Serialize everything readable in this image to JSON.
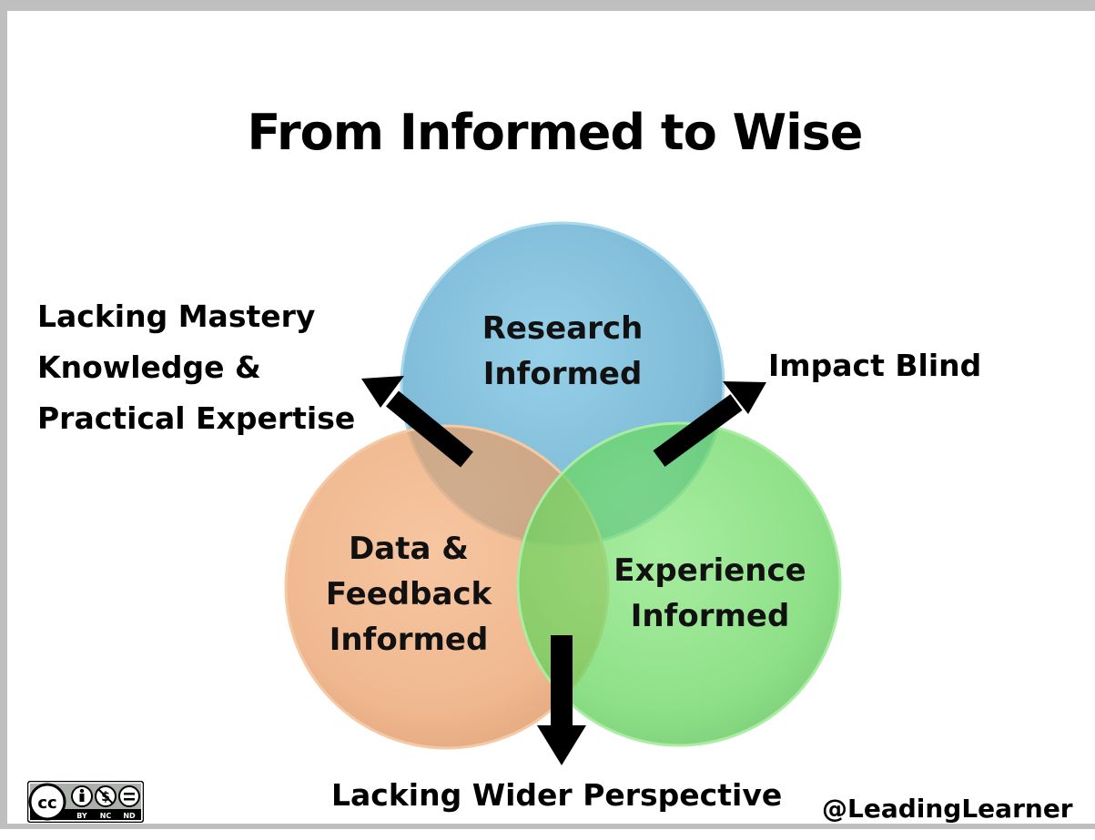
{
  "title": "From Informed to Wise",
  "circles": [
    {
      "label_lines": [
        "Research",
        "Informed"
      ],
      "color": "#7fbfdc"
    },
    {
      "label_lines": [
        "Data &",
        "Feedback",
        "Informed"
      ],
      "color": "#eba06a"
    },
    {
      "label_lines": [
        "Experience",
        "Informed"
      ],
      "color": "#6fdc66"
    }
  ],
  "arrows": {
    "upper_left": [
      "Lacking Mastery",
      "Knowledge &",
      "Practical Expertise"
    ],
    "upper_right": "Impact Blind",
    "bottom": "Lacking Wider Perspective"
  },
  "license_badge": {
    "icon": "cc-by-nc-nd-icon",
    "labels": [
      "BY",
      "NC",
      "ND"
    ]
  },
  "author_handle": "@LeadingLearner"
}
